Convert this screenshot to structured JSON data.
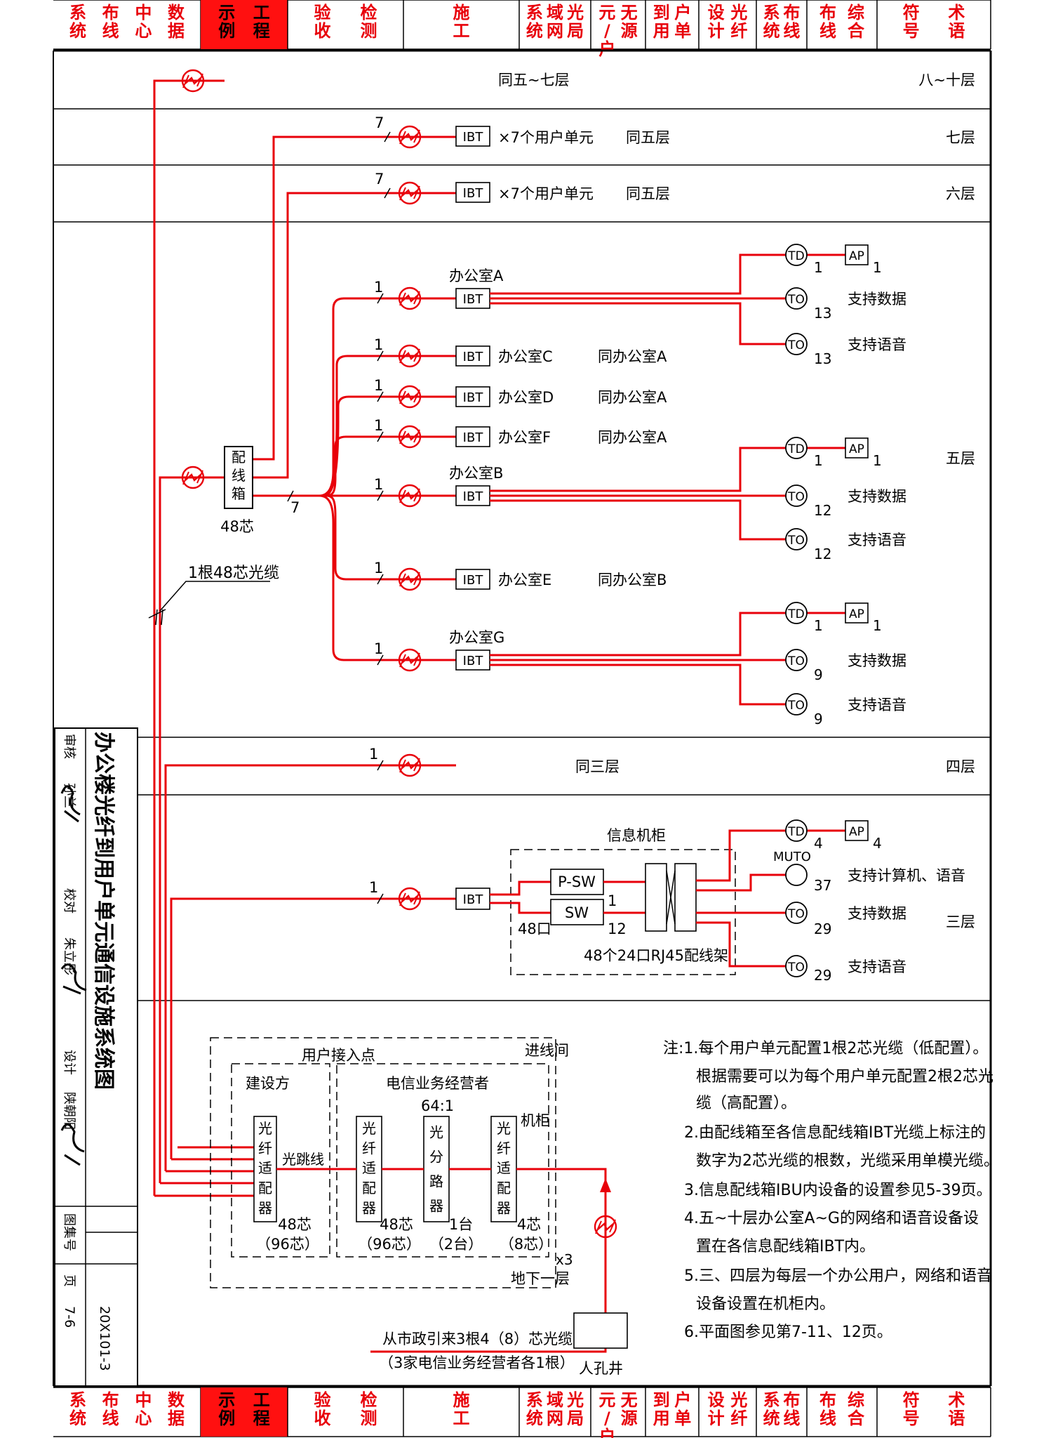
{
  "nav_tabs": [
    {
      "lines": [
        "数据",
        "中心",
        "布线",
        "系统"
      ],
      "active": false
    },
    {
      "lines": [
        "工程",
        "示例"
      ],
      "active": true
    },
    {
      "lines": [
        "检测",
        "验收"
      ],
      "active": false
    },
    {
      "lines": [
        "施工"
      ],
      "active": false
    },
    {
      "lines": [
        "光局",
        "域网",
        "系统"
      ],
      "active": false
    },
    {
      "lines": [
        "无源",
        "元/户"
      ],
      "active": false
    },
    {
      "lines": [
        "户单",
        "到用"
      ],
      "active": false
    },
    {
      "lines": [
        "光纤",
        "设计"
      ],
      "active": false
    },
    {
      "lines": [
        "布线",
        "系统"
      ],
      "active": false
    },
    {
      "lines": [
        "综合",
        "布线"
      ],
      "active": false
    },
    {
      "lines": [
        "术语",
        "符号"
      ],
      "active": false
    }
  ],
  "floors": {
    "f8_10": {
      "label": "八~十层",
      "note": "同五~七层"
    },
    "f7": {
      "label": "七层",
      "count": "7",
      "box": "IBT",
      "desc": "×7个用户单元",
      "same": "同五层"
    },
    "f6": {
      "label": "六层",
      "count": "7",
      "box": "IBT",
      "desc": "×7个用户单元",
      "same": "同五层"
    },
    "f5": {
      "label": "五层"
    },
    "f4": {
      "label": "四层",
      "count": "1",
      "same": "同三层"
    },
    "f3": {
      "label": "三层"
    }
  },
  "distribution_box": {
    "label": [
      "配",
      "线",
      "箱"
    ],
    "cores": "48芯",
    "count": "7"
  },
  "riser_cable": "1根48芯光缆",
  "offices": {
    "A": {
      "title": "办公室A",
      "count": "1",
      "box": "IBT"
    },
    "C": {
      "label": "办公室C",
      "same": "同办公室A",
      "count": "1",
      "box": "IBT"
    },
    "D": {
      "label": "办公室D",
      "same": "同办公室A",
      "count": "1",
      "box": "IBT"
    },
    "F": {
      "label": "办公室F",
      "same": "同办公室A",
      "count": "1",
      "box": "IBT"
    },
    "B": {
      "title": "办公室B",
      "count": "1",
      "box": "IBT"
    },
    "E": {
      "label": "办公室E",
      "same": "同办公室B",
      "count": "1",
      "box": "IBT"
    },
    "G": {
      "title": "办公室G",
      "count": "1",
      "box": "IBT"
    }
  },
  "outlets": {
    "A": {
      "td": "1",
      "ap": "1",
      "data": "13",
      "voice": "13"
    },
    "B": {
      "td": "1",
      "ap": "1",
      "data": "12",
      "voice": "12"
    },
    "G": {
      "td": "1",
      "ap": "1",
      "data": "9",
      "voice": "9"
    }
  },
  "symbols": {
    "td": "TD",
    "to": "TO",
    "ap": "AP"
  },
  "outlet_labels": {
    "data": "支持数据",
    "voice": "支持语音",
    "computer_voice": "支持计算机、语音"
  },
  "cabinet": {
    "title": "信息机柜",
    "ibt": "IBT",
    "count": "1",
    "psw": "P-SW",
    "sw": "SW",
    "psw_ports": "1",
    "sw_ports": "12",
    "port48": "48口",
    "patch_panel": "48个24口RJ45配线架",
    "td": "4",
    "ap": "4",
    "muto": "MUTO",
    "muto_n": "37",
    "data": "29",
    "voice": "29"
  },
  "entrance": {
    "room": "进线间",
    "access_point": "用户接入点",
    "builder": "建设方",
    "operator": "电信业务经营者",
    "adapter": [
      "光",
      "纤",
      "适",
      "配",
      "器"
    ],
    "splitter": [
      "光",
      "分",
      "路",
      "器"
    ],
    "ratio": "64:1",
    "cabinet": "机柜",
    "jumper": "光跳线",
    "a1": "48芯",
    "a1b": "（96芯）",
    "a2": "48芯",
    "a2b": "（96芯）",
    "s1": "1台",
    "s1b": "（2台）",
    "a3": "4芯",
    "a3b": "（8芯）",
    "times": "x3",
    "basement": "地下一层",
    "incoming1": "从市政引来3根4（8）芯光缆",
    "incoming2": "（3家电信业务经营者各1根）",
    "manhole": "人孔井"
  },
  "notes": [
    "注:1.每个用户单元配置1根2芯光缆（低配置）。",
    "根据需要可以为每个用户单元配置2根2芯光",
    "缆（高配置）。",
    "2.由配线箱至各信息配线箱IBT光缆上标注的",
    "数字为2芯光缆的根数，光缆采用单模光缆。",
    "3.信息配线箱IBU内设备的设置参见5-39页。",
    "4.五~十层办公室A~G的网络和语音设备设",
    "置在各信息配线箱IBT内。",
    "5.三、四层为每层一个办公用户，网络和语音",
    "设备设置在机柜内。",
    "6.平面图参见第7-11、12页。"
  ],
  "title_block": {
    "title": "办公楼光纤到用户单元通信设施系统图",
    "review": "审核",
    "reviewer": "孙兰",
    "check": "校对",
    "checker": "朱立彤",
    "design": "设计",
    "designer": "陕朝阳",
    "atlas": "图集号",
    "atlas_no": "20X101-3",
    "page": "页",
    "page_no": "7-6"
  },
  "colors": {
    "red": "#e8000a",
    "black": "#000000",
    "tab_active": "#ff1010"
  }
}
